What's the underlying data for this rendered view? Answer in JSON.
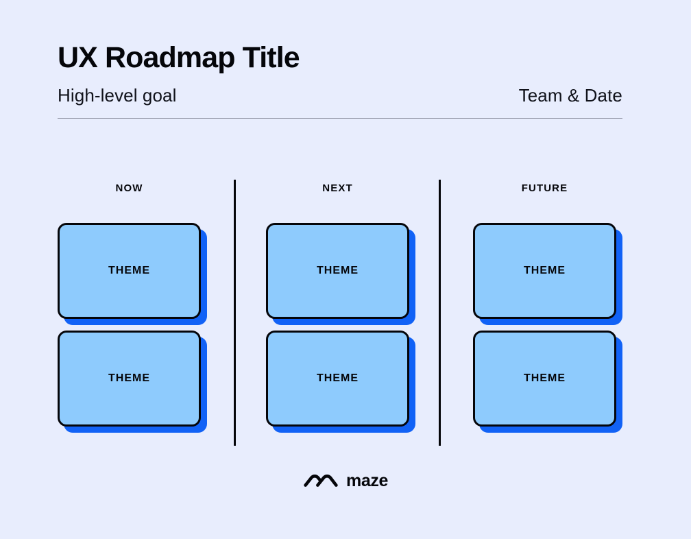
{
  "header": {
    "title": "UX Roadmap Title",
    "subtitle": "High-level goal",
    "team_date": "Team & Date"
  },
  "columns": [
    {
      "heading": "NOW",
      "cards": [
        {
          "label": "THEME"
        },
        {
          "label": "THEME"
        }
      ]
    },
    {
      "heading": "NEXT",
      "cards": [
        {
          "label": "THEME"
        },
        {
          "label": "THEME"
        }
      ]
    },
    {
      "heading": "FUTURE",
      "cards": [
        {
          "label": "THEME"
        },
        {
          "label": "THEME"
        }
      ]
    }
  ],
  "footer": {
    "brand": "maze",
    "logo_icon": "maze-arches-logo-icon"
  },
  "colors": {
    "background": "#e8edfd",
    "card_fill": "#8ecbfd",
    "card_shadow": "#1162f6",
    "card_border": "#05060a",
    "text": "#05060a",
    "rule": "#8c90a0"
  }
}
